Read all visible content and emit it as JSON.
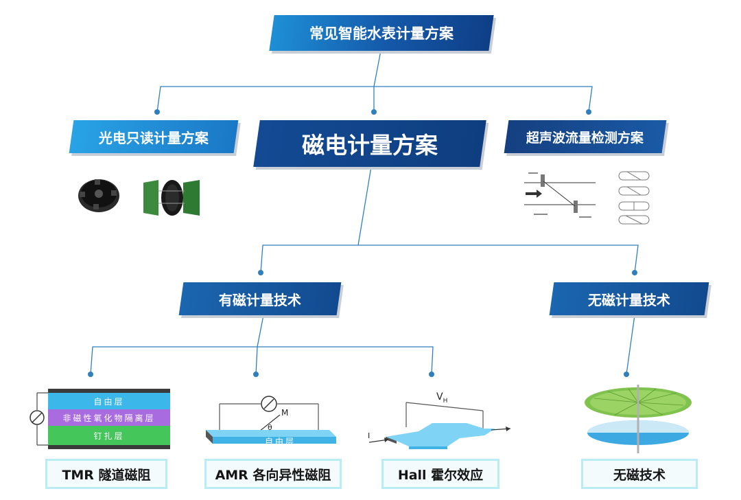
{
  "title": "常见智能水表计量方案",
  "schemes": {
    "optical": "光电只读计量方案",
    "magnetic": "磁电计量方案",
    "ultrasonic": "超声波流量检测方案"
  },
  "branches": {
    "with_magnet": "有磁计量技术",
    "without_magnet": "无磁计量技术"
  },
  "technologies": {
    "tmr": "TMR 隧道磁阻",
    "amr": "AMR 各向异性磁阻",
    "hall": "Hall 霍尔效应",
    "nomag": "无磁技术"
  },
  "tmr_layers": {
    "free": "自由层",
    "barrier": "非磁性氧化物隔离层",
    "pinned": "钉扎层"
  },
  "amr_diagram": {
    "layer": "自由层",
    "m_label": "M",
    "theta": "θ"
  },
  "hall_diagram": {
    "voltage": "V",
    "voltage_sub": "H",
    "current": "I"
  },
  "colors": {
    "navy": "#0f3e80",
    "blue": "#1a78c6",
    "light_blue": "#29a3e6",
    "tag_border": "#b9ecf5",
    "line": "#2a7bb8"
  }
}
